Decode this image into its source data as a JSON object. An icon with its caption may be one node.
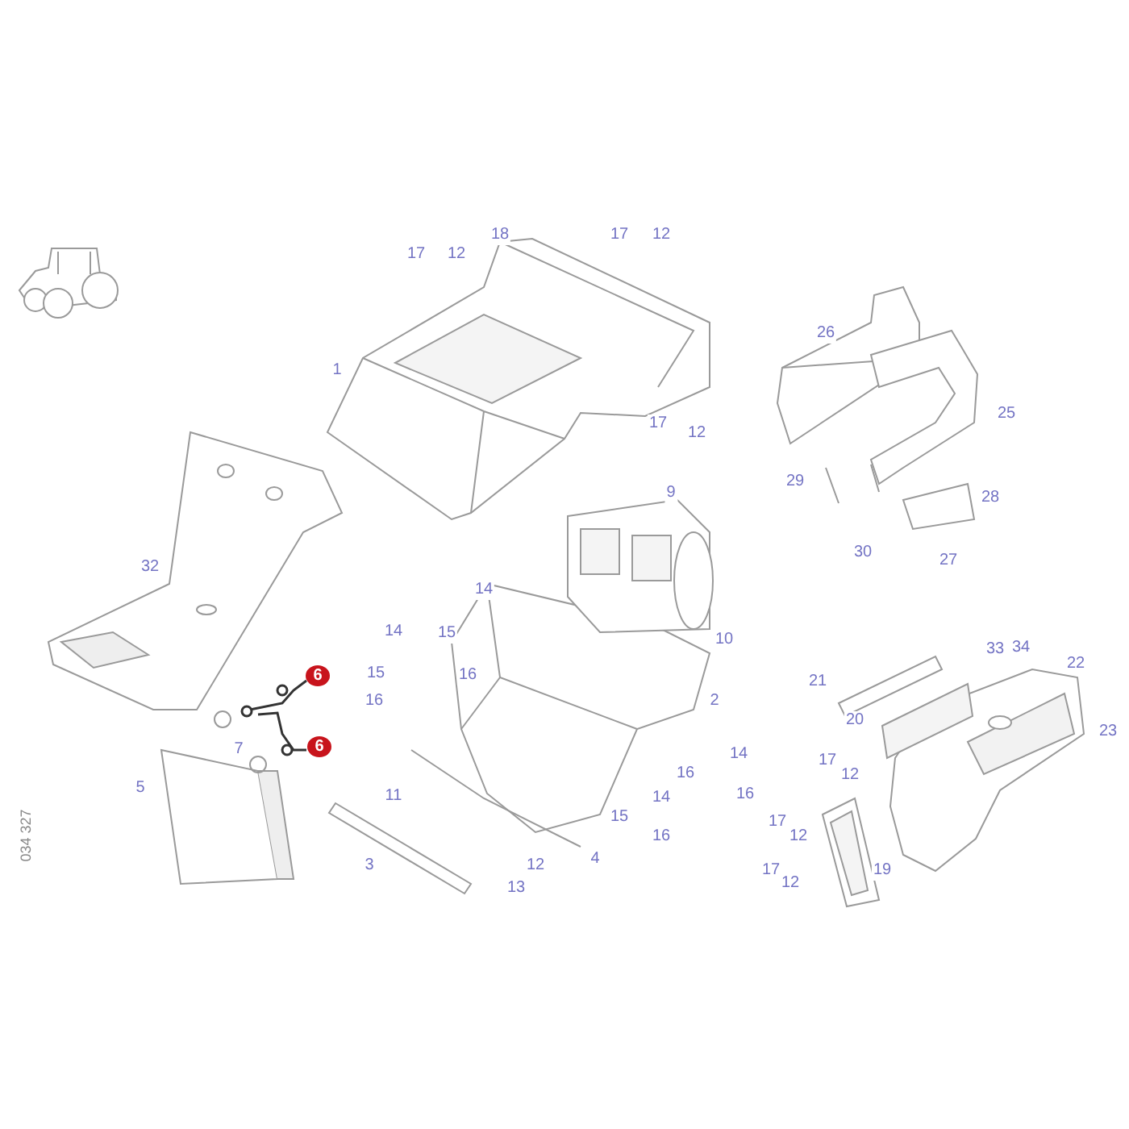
{
  "diagram": {
    "labels": [
      "17",
      "12",
      "18",
      "17",
      "12",
      "1",
      "26",
      "17",
      "12",
      "25",
      "29",
      "28",
      "9",
      "32",
      "30",
      "27",
      "14",
      "10",
      "14",
      "15",
      "6",
      "15",
      "33",
      "34",
      "22",
      "16",
      "21",
      "16",
      "2",
      "20",
      "23",
      "7",
      "6",
      "14",
      "16",
      "5",
      "17",
      "12",
      "11",
      "14",
      "16",
      "034 327",
      "15",
      "16",
      "17",
      "12",
      "12",
      "4",
      "3",
      "13",
      "17",
      "12",
      "19"
    ]
  }
}
